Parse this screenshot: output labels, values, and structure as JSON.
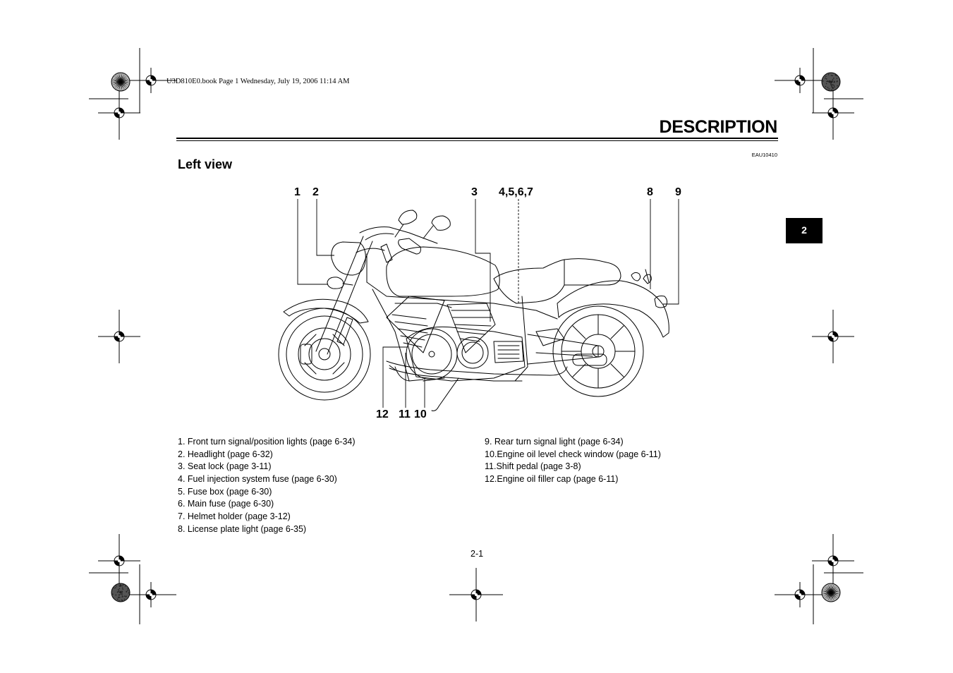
{
  "header": {
    "book_line": "U3D810E0.book  Page 1  Wednesday, July 19, 2006  11:14 AM",
    "title": "DESCRIPTION",
    "doc_code": "EAU10410",
    "subtitle": "Left view",
    "chapter_tab": "2"
  },
  "callouts": {
    "c1": "1",
    "c2": "2",
    "c3": "3",
    "c4567": "4,5,6,7",
    "c8": "8",
    "c9": "9",
    "c12": "12",
    "c11": "11",
    "c10": "10"
  },
  "legend": {
    "left": [
      "1. Front turn signal/position lights (page 6-34)",
      "2. Headlight (page 6-32)",
      "3. Seat lock (page 3-11)",
      "4. Fuel injection system fuse (page 6-30)",
      "5. Fuse box (page 6-30)",
      "6. Main fuse (page 6-30)",
      "7. Helmet holder (page 3-12)",
      "8. License plate light (page 6-35)"
    ],
    "right": [
      "9. Rear turn signal light (page 6-34)",
      "10.Engine oil level check window (page 6-11)",
      "11.Shift pedal (page 3-8)",
      "12.Engine oil filler cap (page 6-11)"
    ]
  },
  "footer": {
    "page_number": "2-1"
  }
}
